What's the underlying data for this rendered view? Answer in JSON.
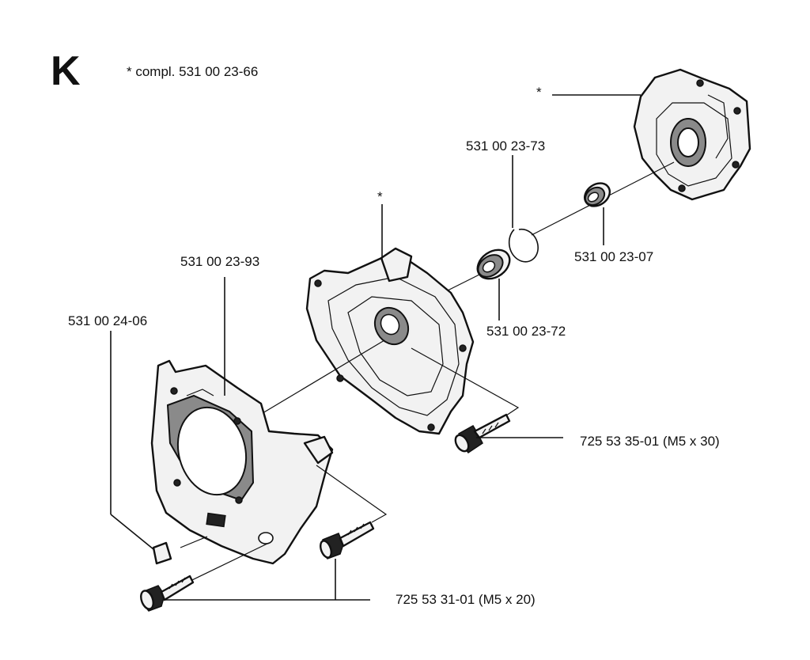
{
  "page": {
    "letter": "K",
    "note": "*  compl. 531 00 23-66"
  },
  "labels": {
    "p_531_00_23_73": "531 00 23-73",
    "p_531_00_23_07": "531 00 23-07",
    "p_531_00_23_93": "531 00 23-93",
    "p_531_00_24_06": "531 00 24-06",
    "p_531_00_23_72": "531 00 23-72",
    "p_725_53_35_01": "725 53 35-01 (M5 x 30)",
    "p_725_53_31_01": "725 53 31-01 (M5 x 20)",
    "star_top": "*",
    "star_mid": "*"
  }
}
